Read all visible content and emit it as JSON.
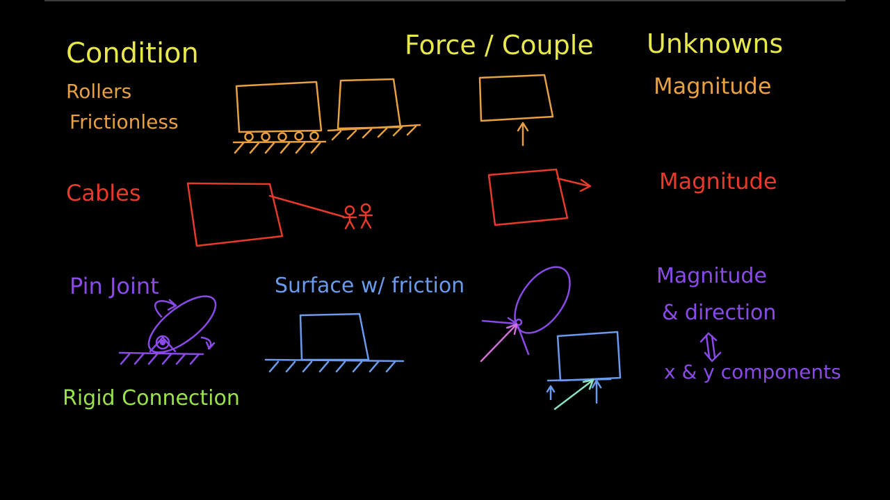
{
  "colors": {
    "background": "#000000",
    "frame_line": "#3a3a3a",
    "yellow": "#e8e84a",
    "orange": "#e8a040",
    "red": "#e83a2a",
    "purple": "#8a4ae8",
    "blue": "#6a9aee",
    "green": "#9ae24a",
    "pink": "#d070d8"
  },
  "headers": {
    "condition": "Condition",
    "force_couple": "Force / Couple",
    "unknowns": "Unknowns"
  },
  "rows": {
    "rollers": {
      "condition_line1": "Rollers",
      "condition_line2": "Frictionless",
      "unknown": "Magnitude"
    },
    "cables": {
      "condition": "Cables",
      "unknown": "Magnitude"
    },
    "pin": {
      "condition": "Pin Joint",
      "surface_label": "Surface w/ friction",
      "unknown_line1": "Magnitude",
      "unknown_line2": "& direction",
      "unknown_line3": "x & y components"
    },
    "rigid": {
      "condition": "Rigid Connection"
    }
  }
}
